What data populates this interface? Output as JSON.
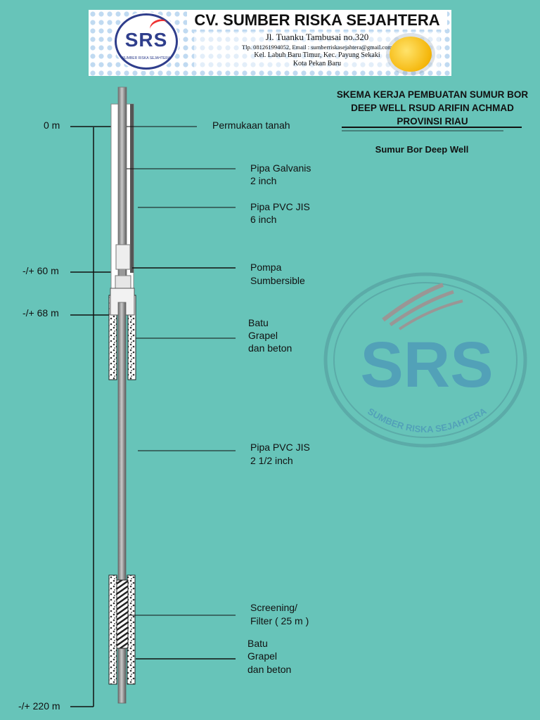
{
  "header": {
    "company": "CV. SUMBER RISKA SEJAHTERA",
    "logo_text": "SRS",
    "logo_tagline": "SUMBER RISKA SEJAHTERA",
    "address_line1": "Jl. Tuanku Tambusai no.320",
    "address_line2": "Tlp. 081261994052, Email : sumberriskasejahtera@gmail.com",
    "address_line3": "Kel. Labuh Baru Timur, Kec. Payung Sekaki",
    "address_line4": "Kota Pekan Baru"
  },
  "title": {
    "line1": "SKEMA KERJA PEMBUATAN SUMUR BOR",
    "line2": "DEEP WELL RSUD ARIFIN ACHMAD",
    "line3": "PROVINSI RIAU",
    "subtitle": "Sumur Bor Deep Well"
  },
  "depths": {
    "surface": "0 m",
    "pump": "-/+ 60 m",
    "casing_end": "-/+ 68 m",
    "bottom": "-/+ 220 m"
  },
  "labels": {
    "surface": "Permukaan tanah",
    "galvanis_1": "Pipa Galvanis",
    "galvanis_2": "2 inch",
    "pvc6_1": "Pipa PVC JIS",
    "pvc6_2": "6 inch",
    "pump_1": "Pompa",
    "pump_2": "Sumbersible",
    "gravel1_1": "Batu",
    "gravel1_2": "Grapel",
    "gravel1_3": "dan beton",
    "pvc25_1": "Pipa PVC JIS",
    "pvc25_2": "2 1/2  inch",
    "screen_1": "Screening/",
    "screen_2": "Filter ( 25 m )",
    "gravel2_1": "Batu",
    "gravel2_2": "Grapel",
    "gravel2_3": "dan beton"
  },
  "watermark": {
    "text": "SRS",
    "tagline": "SUMBER RISKA SEJAHTERA"
  },
  "colors": {
    "background": "#67c4b9",
    "logo_blue": "#2f3e8c",
    "watermark": "#4f9bb8"
  }
}
